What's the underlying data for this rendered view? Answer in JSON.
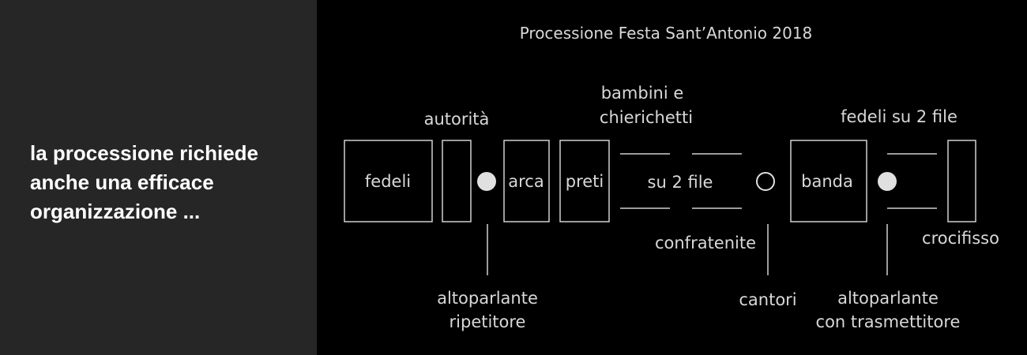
{
  "intro_text": "la processione richiede\nanche una efficace\norganizzazione ...",
  "diagram": {
    "title": "Processione Festa Sant’Antonio 2018",
    "boxes": {
      "fedeli": "fedeli",
      "arca": "arca",
      "preti": "preti",
      "banda": "banda"
    },
    "middle_label": "su 2 file",
    "labels": {
      "autorita": "autorità",
      "bambini_line1": "bambini e",
      "bambini_line2": "chierichetti",
      "fedeli_file": "fedeli su 2 file",
      "confratenite": "confratenite",
      "crocifisso": "crocifisso",
      "cantori": "cantori",
      "altoparlante_ripetitore_line1": "altoparlante",
      "altoparlante_ripetitore_line2": "ripetitore",
      "altoparlante_trasmettitore_line1": "altoparlante",
      "altoparlante_trasmettitore_line2": "con trasmettitore"
    }
  },
  "colors": {
    "left_panel_bg": "#262626",
    "diagram_bg": "#000000",
    "text": "#d8d8d8"
  }
}
